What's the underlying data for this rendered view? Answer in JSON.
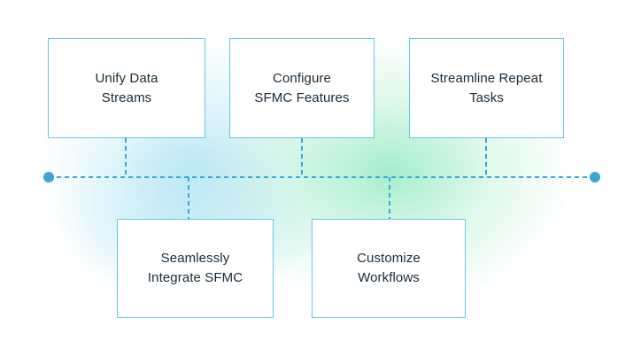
{
  "diagram": {
    "colors": {
      "accent": "#3aa6d8",
      "box_border": "#6ac3e6",
      "text": "#1b2a36",
      "glow_blue": "#c8eef6",
      "glow_green": "#bef3d7"
    },
    "top_items": [
      {
        "label": "Unify Data\nStreams"
      },
      {
        "label": "Configure\nSFMC Features"
      },
      {
        "label": "Streamline Repeat\nTasks"
      }
    ],
    "bottom_items": [
      {
        "label": "Seamlessly\nIntegrate SFMC"
      },
      {
        "label": "Customize\nWorkflows"
      }
    ]
  }
}
